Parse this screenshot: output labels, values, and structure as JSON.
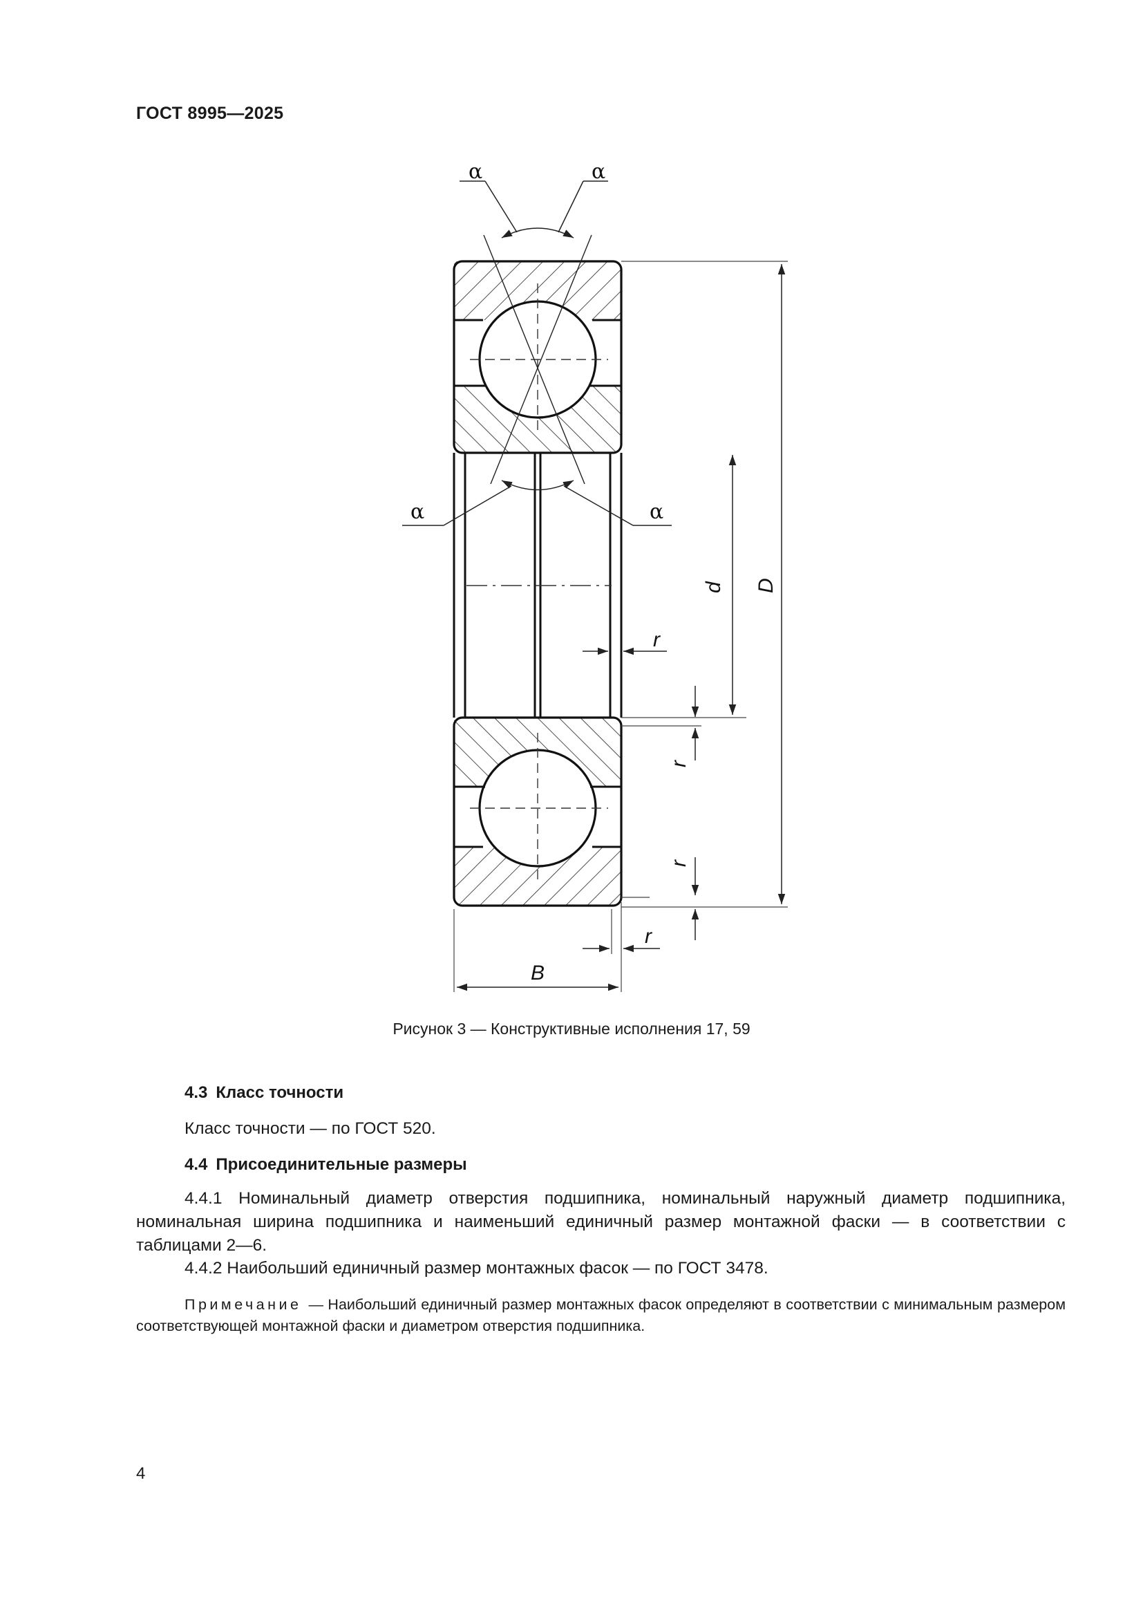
{
  "header": {
    "standard": "ГОСТ 8995—2025"
  },
  "figure": {
    "caption": "Рисунок 3 — Конструктивные исполнения 17, 59",
    "labels": {
      "alpha": "α",
      "d": "d",
      "D": "D",
      "r": "r",
      "B": "B"
    }
  },
  "sections": [
    {
      "number": "4.3",
      "title": "Класс точности",
      "text": "Класс точности — по ГОСТ 520."
    },
    {
      "number": "4.4",
      "title": "Присоединительные размеры",
      "p1": "4.4.1 Номинальный диаметр отверстия подшипника, номинальный наружный диаметр подшипника, номинальная ширина подшипника и наименьший единичный размер монтажной фаски — в соответствии с таблицами 2—6.",
      "p2": "4.4.2 Наибольший единичный размер монтажных фасок — по ГОСТ 3478."
    }
  ],
  "note": {
    "label": "Примечание",
    "text": "— Наибольший единичный размер монтажных фасок определяют в соответствии с минимальным размером соответствующей монтажной фаски и диаметром отверстия подшипника."
  },
  "page_number": "4"
}
